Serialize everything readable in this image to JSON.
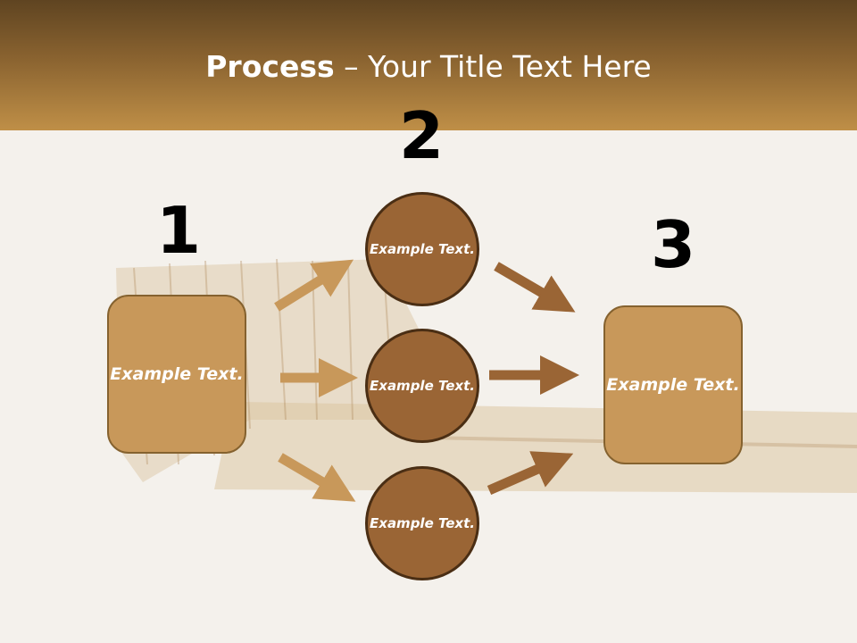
{
  "title": {
    "bold": "Process",
    "rest": " – Your Title Text Here"
  },
  "steps": [
    {
      "number": "1",
      "label": "Example Text."
    },
    {
      "number": "2",
      "label": "Example Text."
    },
    {
      "number": "3",
      "label": "Example Text."
    }
  ],
  "circles": [
    {
      "label": "Example Text."
    },
    {
      "label": "Example Text."
    },
    {
      "label": "Example Text."
    }
  ],
  "colors": {
    "left_arrows": "#c8985a",
    "right_arrows": "#9a6535",
    "box_fill": "#c8985a",
    "circle_fill": "#9a6535"
  }
}
